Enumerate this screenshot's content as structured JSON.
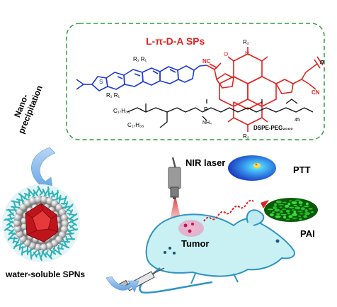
{
  "colors": {
    "dashed_box": "#2e9e3a",
    "polymer_title": "#e3231f",
    "donor_structure": "#1a3bd6",
    "acceptor_structure": "#e3231f",
    "mouse_body": "#c9f1f4",
    "mouse_outline": "#2f93c6",
    "arrow": "#7fb4e6",
    "laser_beam": "#e05050",
    "wave": "#e02020",
    "tumor": "#f0a6c4"
  },
  "structure": {
    "title": "L-π-D-A SPs",
    "donor_R1_a": "R₁ R₁",
    "donor_R1_b": "R₁ R₁",
    "donor_S": "S",
    "acceptor_R2_top": "R₂",
    "acceptor_R2_bottom": "R₂",
    "acceptor_N": "N",
    "acceptor_O": "O",
    "nitrile": "NC",
    "nitrile_b": "CN",
    "repeat_n": "n",
    "lipid_chain_1": "C₁₇H₃₅",
    "lipid_chain_2": "C₁₇H₃₅",
    "lipid_P": "P",
    "lipid_NH4": "NH₄",
    "lipid_subscript": "45",
    "lipid_name": "DSPE-PEG₂₀₀₀"
  },
  "process": {
    "step_label": "Nano-\nprecipitation",
    "nanoparticle_label": "water-soluble  SPNs"
  },
  "imaging": {
    "laser_label": "NIR laser",
    "tumor_label": "Tumor",
    "ptt_label": "PTT",
    "pai_label": "PAI"
  }
}
